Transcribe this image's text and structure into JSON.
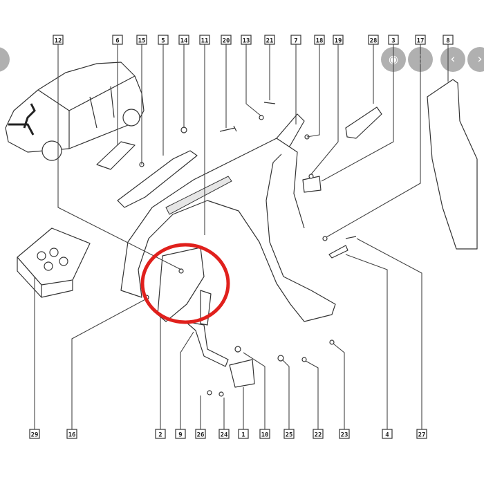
{
  "diagram": {
    "top_labels": [
      "12",
      "6",
      "15",
      "5",
      "14",
      "11",
      "20",
      "13",
      "21",
      "7",
      "18",
      "19",
      "28",
      "3",
      "17",
      "8"
    ],
    "bottom_labels": [
      "29",
      "16",
      "2",
      "9",
      "26",
      "24",
      "1",
      "10",
      "25",
      "22",
      "23",
      "4",
      "27"
    ],
    "highlight_color": "#e0201c",
    "highlight_target": "2"
  },
  "overlay": {
    "buttons": [
      {
        "name": "lens-button",
        "icon": "lens-icon"
      },
      {
        "name": "more-options-button",
        "icon": "more-vertical-icon"
      },
      {
        "name": "previous-button",
        "icon": "chevron-left-icon"
      },
      {
        "name": "next-button",
        "icon": "chevron-right-icon"
      }
    ],
    "button_color": "#969696"
  }
}
